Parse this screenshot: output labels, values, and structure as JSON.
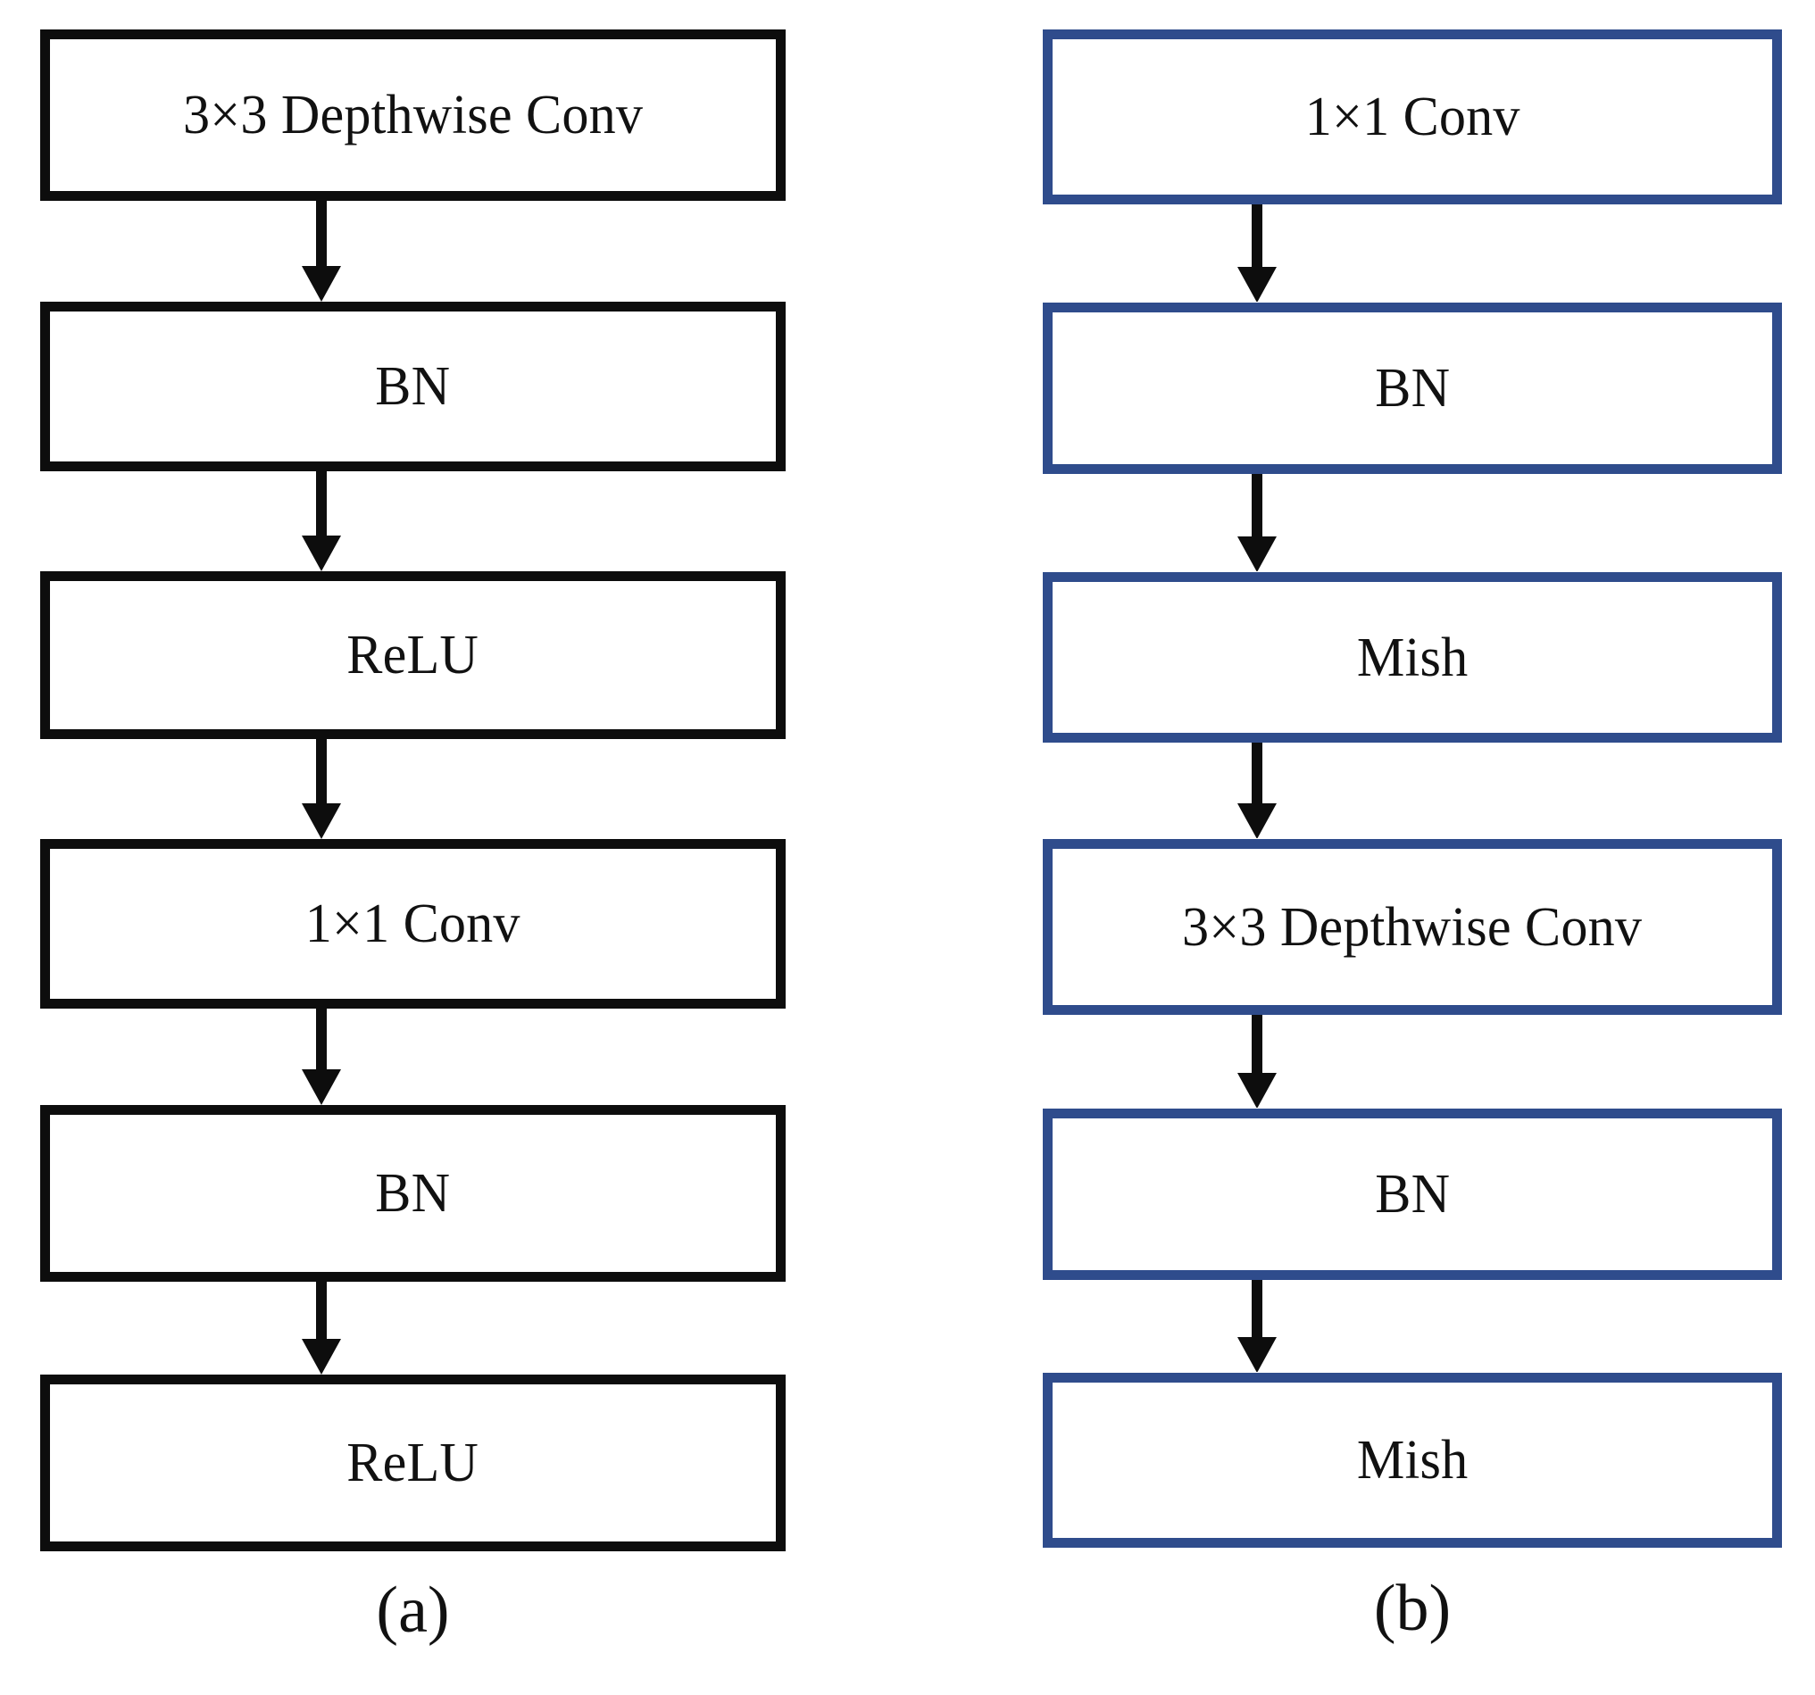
{
  "figure": {
    "type": "flowchart",
    "background_color": "#ffffff",
    "panels": [
      {
        "id": "a",
        "caption": "(a)",
        "accent_color": "#0d0d0d",
        "arrow_color": "#0d0d0d",
        "nodes": [
          {
            "label": "3×3 Depthwise Conv"
          },
          {
            "label": "BN"
          },
          {
            "label": "ReLU"
          },
          {
            "label": "1×1 Conv"
          },
          {
            "label": "BN"
          },
          {
            "label": "ReLU"
          }
        ]
      },
      {
        "id": "b",
        "caption": "(b)",
        "accent_color": "#2f4c8c",
        "arrow_color": "#0d0d0d",
        "nodes": [
          {
            "label": "1×1 Conv"
          },
          {
            "label": "BN"
          },
          {
            "label": "Mish"
          },
          {
            "label": "3×3 Depthwise Conv"
          },
          {
            "label": "BN"
          },
          {
            "label": "Mish"
          }
        ]
      }
    ]
  }
}
